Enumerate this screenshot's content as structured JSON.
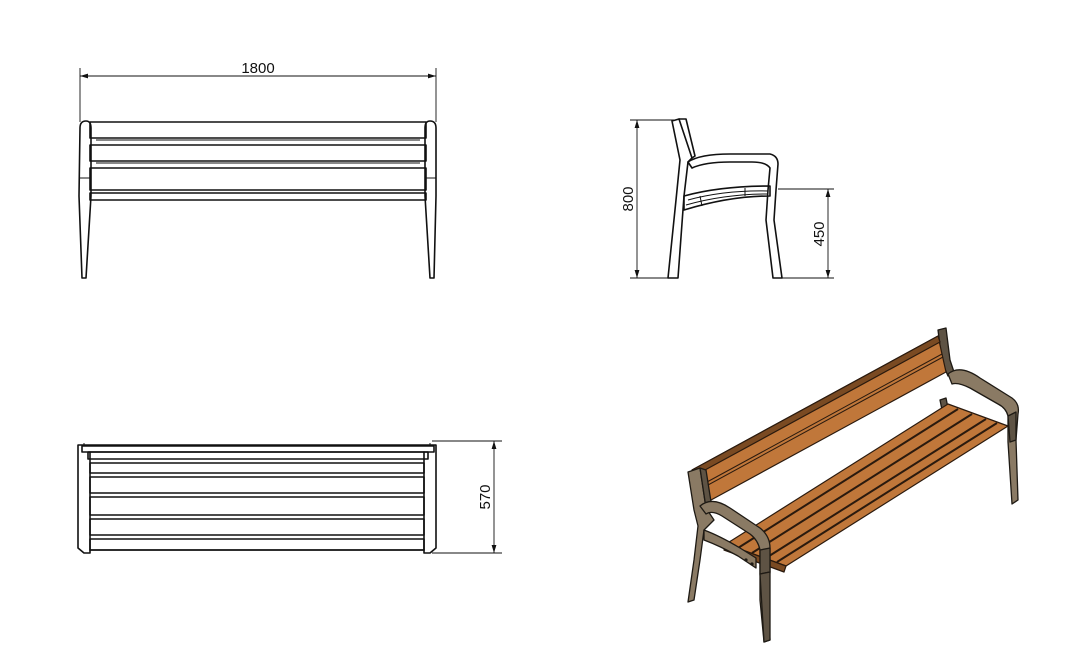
{
  "dimensions": {
    "length": "1800",
    "height": "800",
    "seat_height": "450",
    "depth": "570"
  },
  "colors": {
    "wood": "#c0773a",
    "wood_dark": "#7a4a22",
    "frame": "#8a7a64"
  }
}
